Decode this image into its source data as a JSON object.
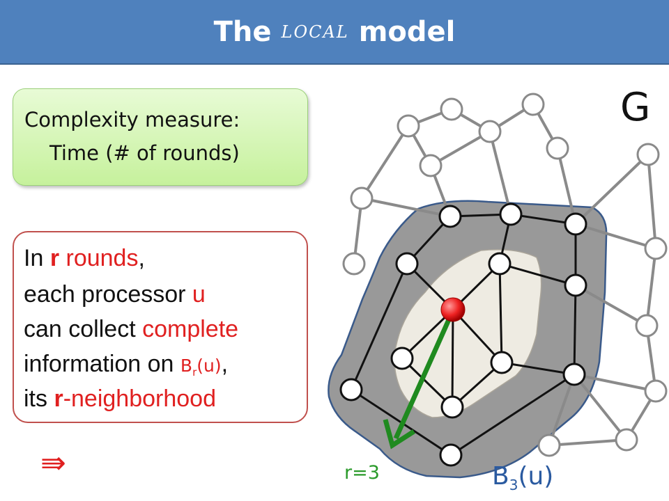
{
  "title": {
    "pre": "The",
    "local": "LOCAL",
    "post": "model"
  },
  "complexity": {
    "line1": "Complexity measure:",
    "line2": "Time (# of rounds)"
  },
  "rounds": {
    "l1": {
      "a": "In ",
      "b": "r",
      "c": " rounds",
      "d": ","
    },
    "l2": {
      "a": "each processor ",
      "b": "u"
    },
    "l3": {
      "a": "can collect ",
      "b": "complete"
    },
    "l4": {
      "a": "information on ",
      "b": "B",
      "sub": "r",
      "c": "(u)",
      "d": ","
    },
    "l5": {
      "a": "its ",
      "b": "r",
      "c": "-neighborhood"
    }
  },
  "implies": "⇛",
  "graph_label": "G",
  "radius_label": "r=3",
  "ball_label": {
    "b": "B",
    "sub": "3",
    "c": "(u)"
  },
  "colors": {
    "title_bar": "#4f81bd",
    "red": "#e02020",
    "green": "#2a9a2a",
    "blue_label": "#2a5aa0",
    "ball_dark": "#999999",
    "ball_light": "#eeebe2"
  }
}
